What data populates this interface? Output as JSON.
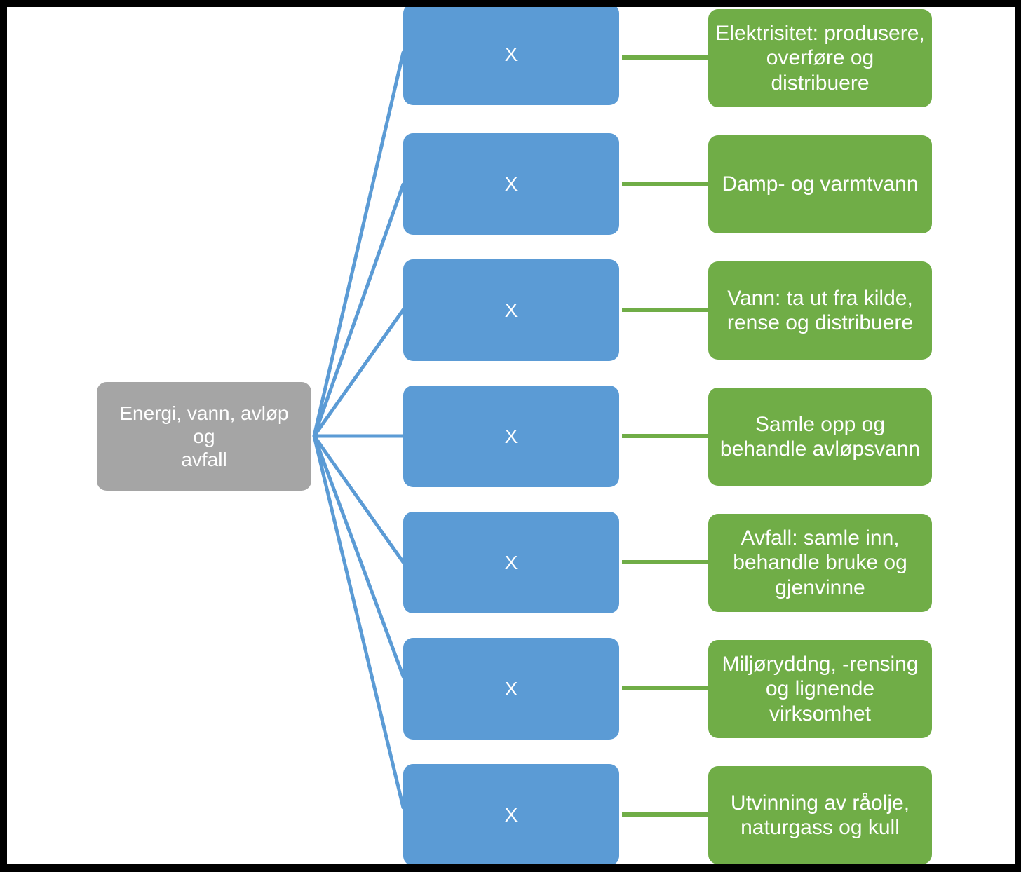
{
  "diagram": {
    "type": "hierarchy-tree",
    "title": "Energi, vann, avløp og avfall",
    "orientation": "left-to-right",
    "colors": {
      "root": "#A5A5A5",
      "middle": "#5B9BD5",
      "leaf": "#70AD47",
      "connector_root": "#5B9BD5",
      "connector_leaf": "#70AD47",
      "text": "#FFFFFF",
      "background": "#FFFFFF",
      "border": "#000000"
    },
    "root": {
      "label": "Energi, vann, avløp og\navfall"
    },
    "branches": [
      {
        "middle_label": "X",
        "leaf_label": "Elektrisitet: produsere,\noverføre og\ndistribuere"
      },
      {
        "middle_label": "X",
        "leaf_label": "Damp- og varmtvann"
      },
      {
        "middle_label": "X",
        "leaf_label": "Vann: ta ut fra kilde,\nrense og distribuere"
      },
      {
        "middle_label": "X",
        "leaf_label": "Samle opp og\nbehandle avløpsvann"
      },
      {
        "middle_label": "X",
        "leaf_label": "Avfall: samle inn,\nbehandle bruke og\ngjenvinne"
      },
      {
        "middle_label": "X",
        "leaf_label": "Miljøryddng, -rensing\nog lignende\nvirksomhet"
      },
      {
        "middle_label": "X",
        "leaf_label": "Utvinning av råolje,\nnaturgass og kull"
      }
    ]
  }
}
